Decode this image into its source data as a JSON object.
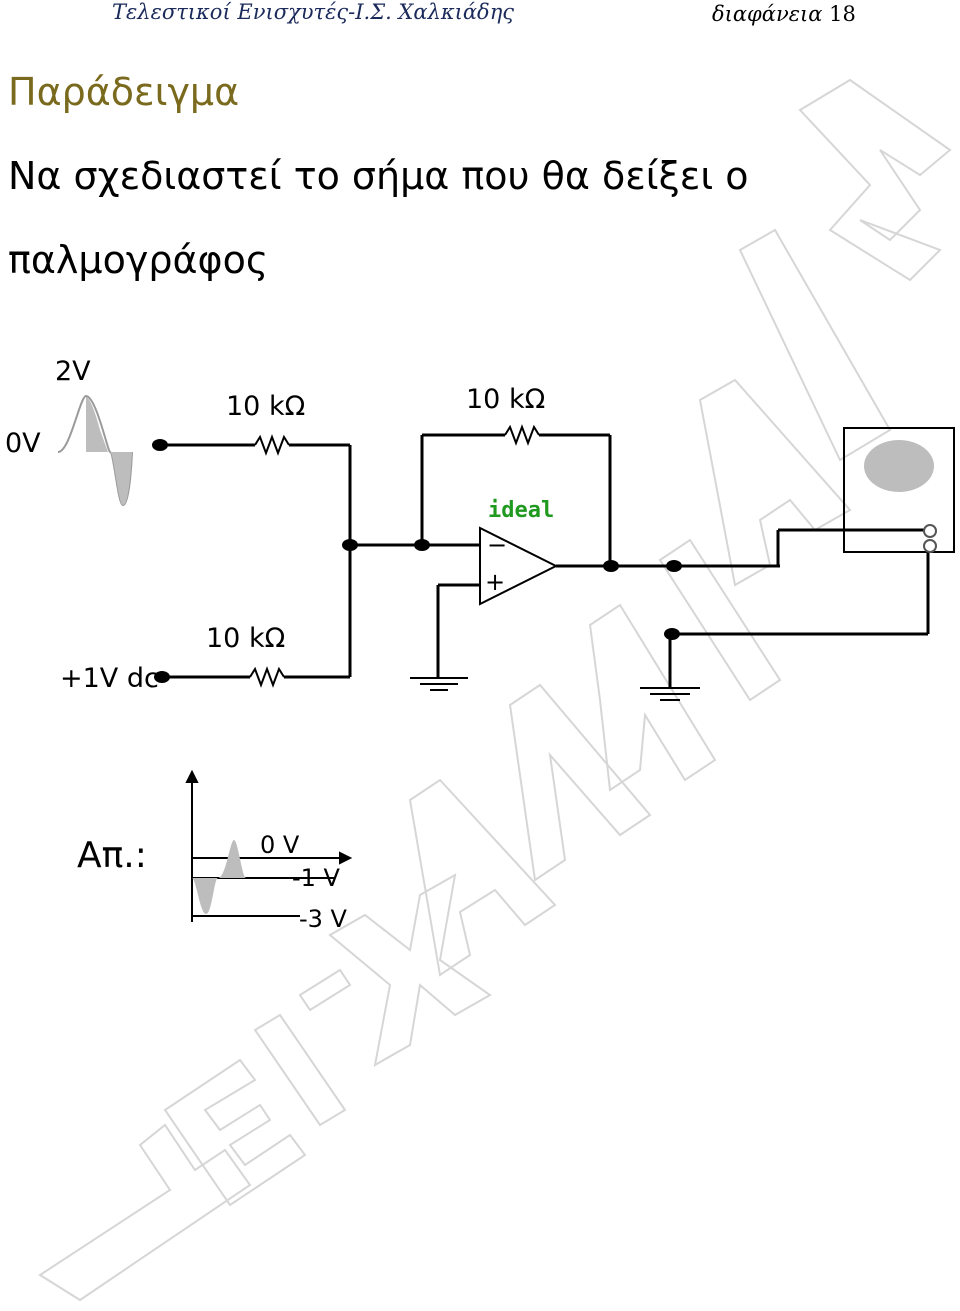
{
  "header": {
    "left": "Τελεστικοί Ενισχυτές-Ι.Σ. Χαλκιάδης",
    "right_label": "διαφάνεια",
    "right_number": "18"
  },
  "title": "Παράδειγμα",
  "body": {
    "line1": "Να σχεδιαστεί το σήμα που θα δείξει ο",
    "line2": "παλμογράφος"
  },
  "circuit": {
    "input_peak": "2V",
    "input_zero": "0V",
    "r_input": "10 kΩ",
    "r_feedback": "10 kΩ",
    "r_dc": "10 kΩ",
    "dc_source": "+1V dc",
    "opamp_model": "ideal",
    "minus_sign": "−",
    "plus_sign": "+"
  },
  "answer": {
    "label": "Απ.:",
    "levels": [
      "0 V",
      "-1 V",
      "-3 V"
    ]
  },
  "watermark": "ΤΕΙ - ΧΑΛΚΙΑΔΗΣ",
  "colors": {
    "header_text": "#1a2a5a",
    "title": "#7a6a1e",
    "ideal": "#1f9a1f",
    "wave_fill": "#bdbdbd"
  }
}
